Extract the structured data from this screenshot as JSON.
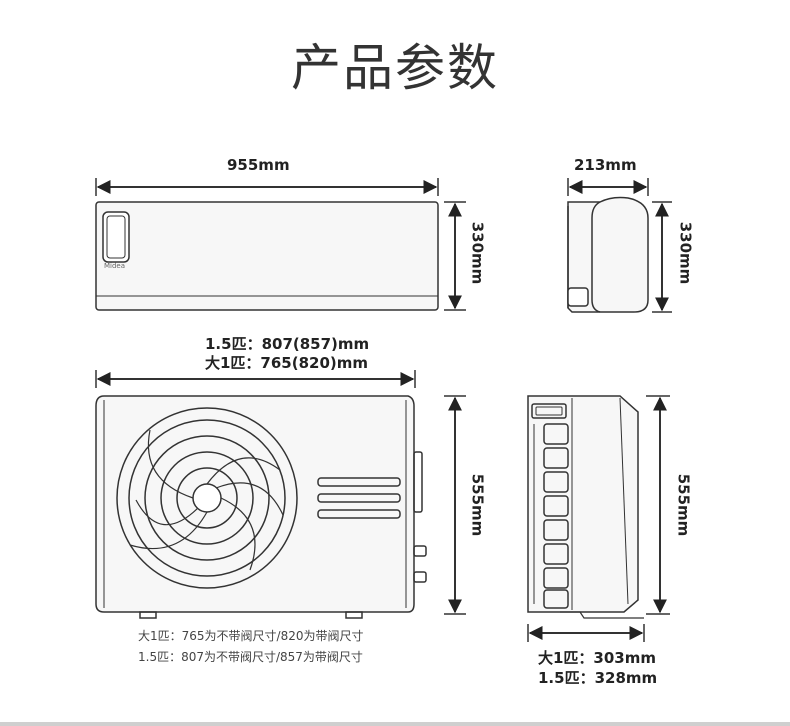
{
  "title": "产品参数",
  "indoor_front": {
    "width_label": "955mm",
    "height_label": "330mm",
    "brand_mark": "Midea"
  },
  "indoor_side": {
    "depth_label": "213mm",
    "height_label": "330mm"
  },
  "outdoor_front": {
    "width_label_line1": "1.5匹：807(857)mm",
    "width_label_line2": "大1匹：765(820)mm",
    "height_label": "555mm",
    "note_line1": "大1匹：765为不带阀尺寸/820为带阀尺寸",
    "note_line2": "1.5匹：807为不带阀尺寸/857为带阀尺寸"
  },
  "outdoor_side": {
    "height_label": "555mm",
    "depth_label_line1": "大1匹：303mm",
    "depth_label_line2": "1.5匹：328mm"
  }
}
